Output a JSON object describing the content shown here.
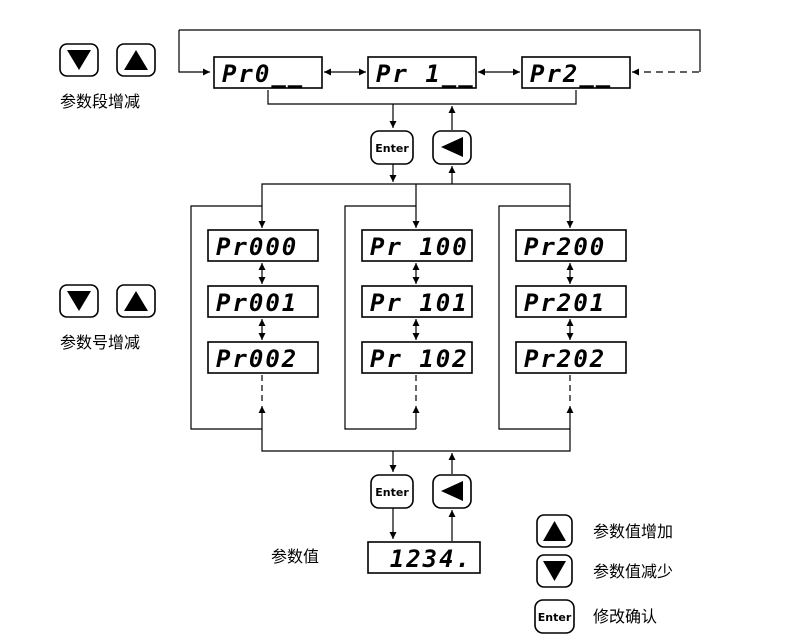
{
  "labels": {
    "segment_adjust": "参数段增减",
    "number_adjust": "参数号增减",
    "value": "参数值"
  },
  "segment_displays": [
    "Pr0__",
    "Pr 1__",
    "Pr2__"
  ],
  "parameter_displays": [
    [
      "Pr000",
      "Pr001",
      "Pr002"
    ],
    [
      "Pr 100",
      "Pr 101",
      "Pr 102"
    ],
    [
      "Pr200",
      "Pr201",
      "Pr202"
    ]
  ],
  "value_display": "1234.",
  "keys": {
    "enter": "Enter",
    "up_icon": "up-triangle-icon",
    "down_icon": "down-triangle-icon",
    "back_icon": "left-triangle-icon"
  },
  "legend": [
    {
      "icon": "up-triangle-icon",
      "text": "参数值增加"
    },
    {
      "icon": "down-triangle-icon",
      "text": "参数值减少"
    },
    {
      "icon": "enter-key-icon",
      "text": "修改确认"
    }
  ]
}
